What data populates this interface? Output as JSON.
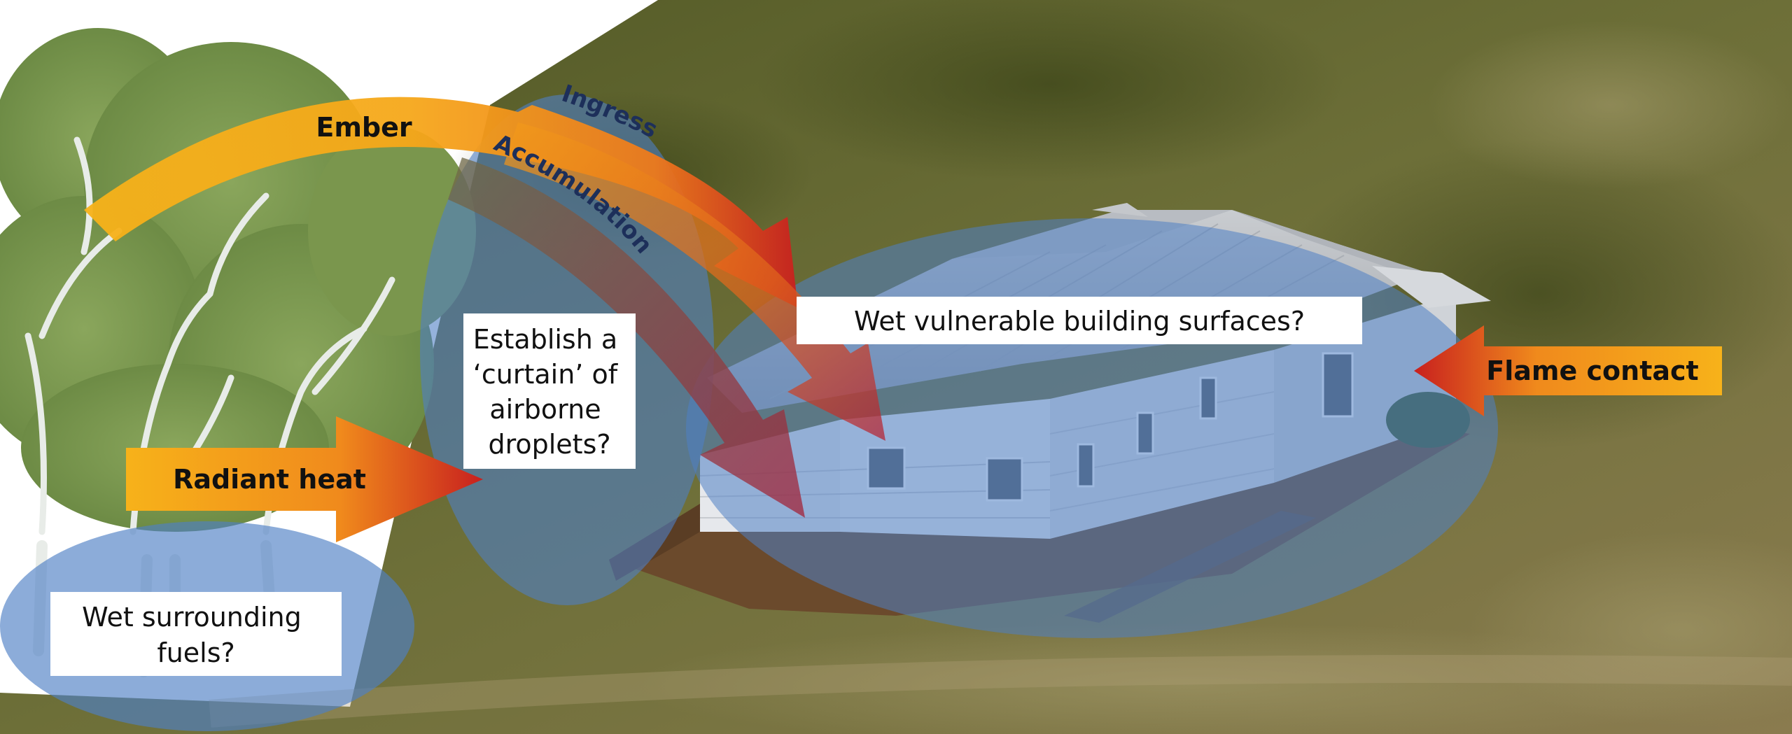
{
  "labels": {
    "ember": "Ember",
    "ingress": "Ingress",
    "accumulation": "Accumulation",
    "radiant_heat": "Radiant heat",
    "flame_contact": "Flame contact"
  },
  "callouts": {
    "curtain": [
      "Establish a",
      "‘curtain’ of",
      "airborne",
      "droplets?"
    ],
    "building": [
      "Wet vulnerable building surfaces?"
    ],
    "fuels": [
      "Wet surrounding",
      "fuels?"
    ]
  },
  "colors": {
    "arrow_start": "#f7b21a",
    "arrow_mid": "#f08a1c",
    "arrow_end": "#c8201e",
    "zone_fill": "#5a86c8",
    "grass_dark": "#4f5a26",
    "grass_light": "#8a8a52",
    "dirt": "#a08a62",
    "tree_green": "#7e9c52"
  }
}
